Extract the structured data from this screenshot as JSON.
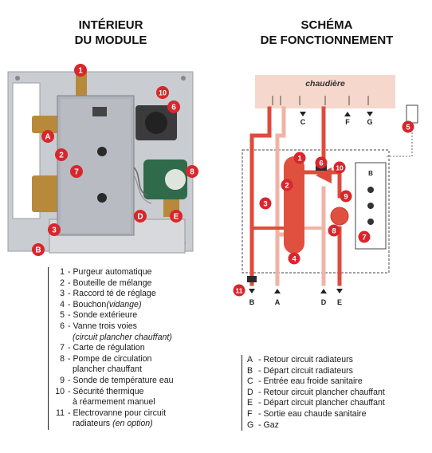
{
  "titles": {
    "left_line1": "INTÉRIEUR",
    "left_line2": "DU MODULE",
    "right_line1": "SCHÉMA",
    "right_line2": "DE FONCTIONNEMENT"
  },
  "schema": {
    "boiler_label": "chaudière",
    "port_labels": [
      "C",
      "F",
      "G"
    ],
    "bottom_labels": [
      "B",
      "A",
      "D",
      "E"
    ],
    "panel_label": "B"
  },
  "photo_callouts": [
    "1",
    "10",
    "6",
    "A",
    "2",
    "7",
    "8",
    "D",
    "E",
    "3",
    "B"
  ],
  "schema_callouts": [
    "1",
    "6",
    "10",
    "2",
    "3",
    "9",
    "8",
    "7",
    "4",
    "5",
    "11"
  ],
  "legend_components": [
    {
      "num": "1",
      "text": "Purgeur automatique"
    },
    {
      "num": "2",
      "text": "Bouteille de mélange"
    },
    {
      "num": "3",
      "text": "Raccord té de réglage"
    },
    {
      "num": "4",
      "text": "Bouchon ",
      "italic": "(vidange)"
    },
    {
      "num": "5",
      "text": "Sonde extérieure"
    },
    {
      "num": "6",
      "text": "Vanne trois voies",
      "sub_italic": "(circuit plancher chauffant)"
    },
    {
      "num": "7",
      "text": "Carte de régulation"
    },
    {
      "num": "8",
      "text": "Pompe de circulation",
      "sub": "plancher chauffant"
    },
    {
      "num": "9",
      "text": "Sonde de température eau"
    },
    {
      "num": "10",
      "text": "Sécurité thermique",
      "sub": "à réarmement manuel"
    },
    {
      "num": "11",
      "text": "Electrovanne pour circuit",
      "sub": "radiateurs ",
      "sub_italic": "(en option)"
    }
  ],
  "legend_circuits": [
    {
      "letter": "A",
      "text": "Retour circuit radiateurs"
    },
    {
      "letter": "B",
      "text": "Départ circuit radiateurs"
    },
    {
      "letter": "C",
      "text": "Entrée eau froide sanitaire"
    },
    {
      "letter": "D",
      "text": "Retour circuit plancher chauffant"
    },
    {
      "letter": "E",
      "text": "Départ circuit plancher chauffant"
    },
    {
      "letter": "F",
      "text": "Sortie eau chaude sanitaire"
    },
    {
      "letter": "G",
      "text": "Gaz"
    }
  ],
  "colors": {
    "callout_red": "#d8262c",
    "pipe_red": "#e04a3c",
    "pipe_pink": "#f0b3a4",
    "boiler_fill": "#f6d7cc",
    "bottle_red": "#e0503e"
  }
}
